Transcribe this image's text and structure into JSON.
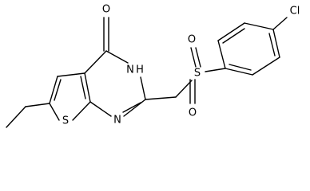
{
  "diagram": {
    "type": "chemical-structure",
    "atom_labels": {
      "chlorine": "Cl",
      "carbonyl_oxygen": "O",
      "ring_nitrogen_h": "N",
      "amide_h": "H",
      "ring_nitrogen": "N",
      "thiophene_sulfur": "S",
      "sulfonyl_sulfur": "S",
      "sulfonyl_oxygen_upper": "O",
      "sulfonyl_oxygen_lower": "O"
    },
    "colors": {
      "bond": "#000000",
      "background": "#ffffff"
    }
  }
}
